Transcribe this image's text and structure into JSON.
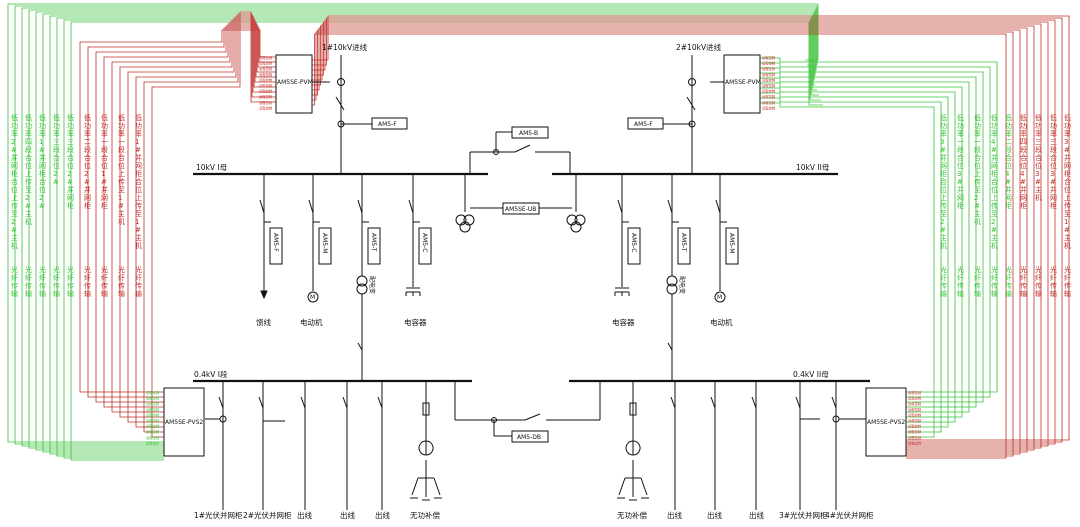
{
  "colors": {
    "red": "#c0302a",
    "green": "#38c238",
    "black": "#111111"
  },
  "incoming": {
    "left": "1#10kV进线",
    "right": "2#10kV进线"
  },
  "pvm": {
    "left": "AM5SE-PVM",
    "right": "AM5SE-PVM"
  },
  "meter_f": {
    "left": "AM5-F",
    "right": "AM5-F"
  },
  "coupler": "AM5-B",
  "ub": "AM5SE-UB",
  "bus_hv": {
    "left": "10kV I母",
    "right": "10kV II母"
  },
  "bus_lv": {
    "left": "0.4kV I段",
    "right": "0.4kV II母"
  },
  "pvs": {
    "left": "AM5SE-PVS2",
    "right": "AM5SE-PVS2"
  },
  "lv_coupler": "AM5-DB",
  "hv_meters_left": [
    "AM5-F",
    "AM5-M",
    "AM5-T",
    "AM5-C"
  ],
  "hv_meters_right": [
    "AM5-C",
    "AM5-T",
    "AM5-M"
  ],
  "transformer": "配电变",
  "hv_labels_left": [
    "馈线",
    "电动机",
    "电容器"
  ],
  "hv_labels_right": [
    "电容器",
    "电动机"
  ],
  "lv_labels_left": [
    "1#光伏并网柜",
    "2#光伏并网柜",
    "出线",
    "出线",
    "出线",
    "无功补偿"
  ],
  "lv_labels_right": [
    "无功补偿",
    "出线",
    "出线",
    "出线",
    "3#光伏并网柜",
    "4#光伏并网柜"
  ],
  "io_tags": [
    "远程控制",
    "远程控制",
    "远程控制",
    "远程控制",
    "远程控制",
    "远程控制",
    "远程控制",
    "远程控制",
    "远程控制",
    "远程控制"
  ],
  "left_text_cols": [
    {
      "color": "green",
      "top": "低功率2#并网柜合位上传至2#主机",
      "bottom": "光纤传输"
    },
    {
      "color": "green",
      "top": "低功率四段合位上传至2#主机",
      "bottom": "光纤传输"
    },
    {
      "color": "green",
      "top": "低功率1#并网柜合位2#",
      "bottom": "光纤传输"
    },
    {
      "color": "green",
      "top": "低功率三段合位2#",
      "bottom": "光纤传输"
    },
    {
      "color": "green",
      "top": "低功率三段合位2#并网柜",
      "bottom": "光纤传输"
    },
    {
      "color": "red",
      "top": "低功率二段合位2#并网柜",
      "bottom": "光纤传输"
    },
    {
      "color": "red",
      "top": "低功率一段合位1#并网柜",
      "bottom": "光纤传输"
    },
    {
      "color": "red",
      "top": "低功率一段合位上传至1#主机",
      "bottom": "光纤传输"
    },
    {
      "color": "red",
      "top": "低功率1#并网柜合位上传至1#主机",
      "bottom": "光纤传输"
    }
  ],
  "right_text_cols": [
    {
      "color": "green",
      "top": "低功率3#并网柜合位上传至2#主机",
      "bottom": "光纤传输"
    },
    {
      "color": "green",
      "top": "低功率一段合位3#并网柜",
      "bottom": "光纤传输"
    },
    {
      "color": "green",
      "top": "低功率一段合位上传至2#主机",
      "bottom": "光纤传输"
    },
    {
      "color": "green",
      "top": "低功率4#并网柜合位上传至2#主机",
      "bottom": "光纤传输"
    },
    {
      "color": "green",
      "top": "低功率二段合位4#并网柜",
      "bottom": "光纤传输"
    },
    {
      "color": "red",
      "top": "低功率四段合位4#并网柜",
      "bottom": "光纤传输"
    },
    {
      "color": "red",
      "top": "低功率三段合位3#主机",
      "bottom": "光纤传输"
    },
    {
      "color": "red",
      "top": "低功率三段合位3#并网柜",
      "bottom": "光纤传输"
    },
    {
      "color": "red",
      "top": "低功率3#并网柜合位上传至1#主机",
      "bottom": "光纤传输"
    }
  ]
}
